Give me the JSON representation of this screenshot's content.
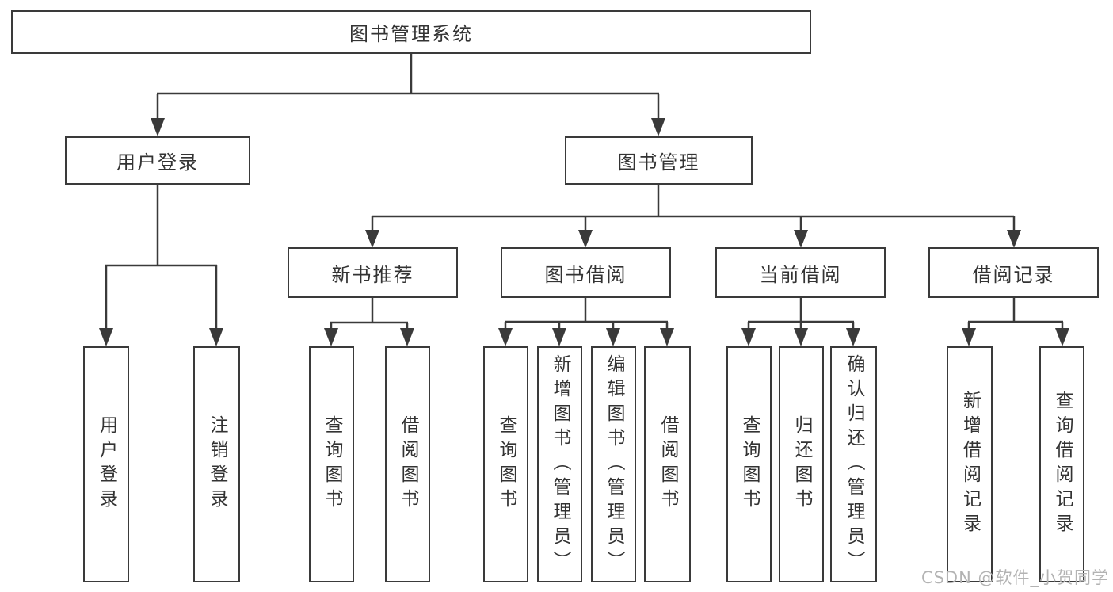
{
  "colors": {
    "line": "#3a3a3a",
    "box_border": "#3a3a3a",
    "box_fill": "#ffffff",
    "text": "#333333",
    "watermark": "#b3b3b3",
    "background": "#ffffff"
  },
  "tree": {
    "root": "图书管理系统",
    "children": [
      {
        "label": "用户登录",
        "children": [
          {
            "label": "用户登录"
          },
          {
            "label": "注销登录"
          }
        ]
      },
      {
        "label": "图书管理",
        "children": [
          {
            "label": "新书推荐",
            "children": [
              {
                "label": "查询图书"
              },
              {
                "label": "借阅图书"
              }
            ]
          },
          {
            "label": "图书借阅",
            "children": [
              {
                "label": "查询图书"
              },
              {
                "label": "新增图书（管理员）"
              },
              {
                "label": "编辑图书（管理员）"
              },
              {
                "label": "借阅图书"
              }
            ]
          },
          {
            "label": "当前借阅",
            "children": [
              {
                "label": "查询图书"
              },
              {
                "label": "归还图书"
              },
              {
                "label": "确认归还（管理员）"
              }
            ]
          },
          {
            "label": "借阅记录",
            "children": [
              {
                "label": "新增借阅记录"
              },
              {
                "label": "查询借阅记录"
              }
            ]
          }
        ]
      }
    ]
  },
  "watermark": "CSDN @软件_小贺同学"
}
